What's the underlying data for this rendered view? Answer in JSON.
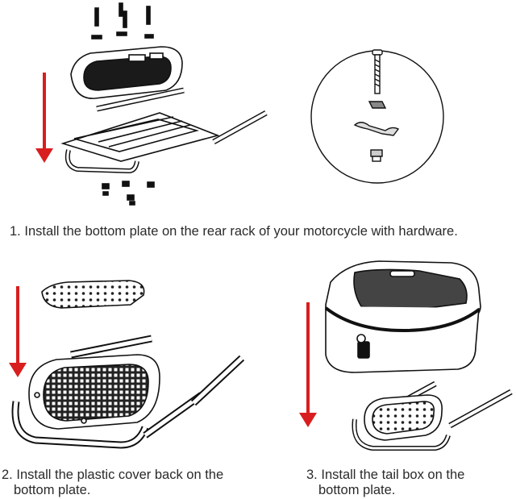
{
  "steps": [
    {
      "number": "1.",
      "text": "Install the bottom plate on the rear rack of your motorcycle with hardware."
    },
    {
      "number": "2.",
      "line1": "Install the plastic cover back on the",
      "line2": "bottom plate."
    },
    {
      "number": "3.",
      "line1": "Install the tail box on the",
      "line2": "bottom plate."
    }
  ],
  "colors": {
    "arrow": "#d81e1e",
    "line": "#111111",
    "text": "#2a2a2a"
  }
}
